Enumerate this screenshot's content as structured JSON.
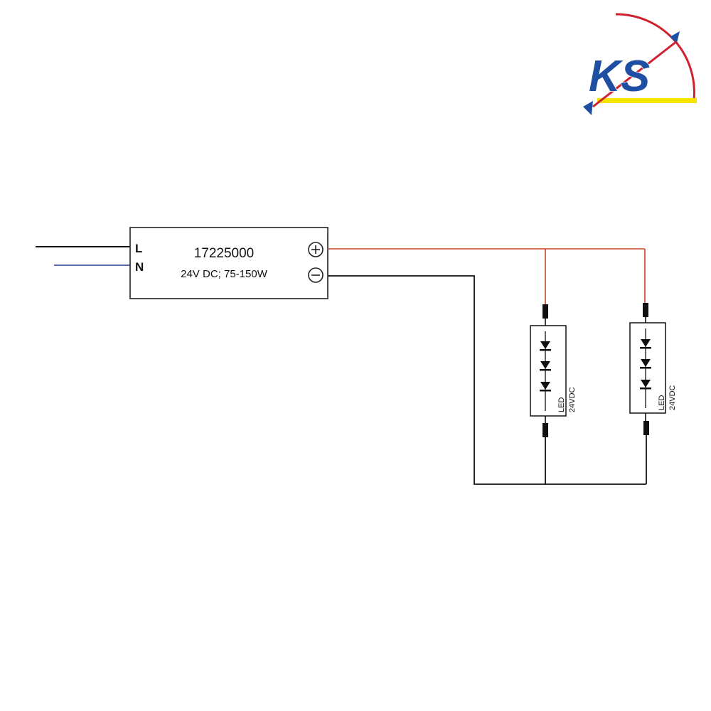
{
  "logo": {
    "text": "KS",
    "colors": {
      "red": "#d0222e",
      "blue": "#1e4fa3",
      "yellow": "#f5e400"
    }
  },
  "driver": {
    "model": "17225000",
    "rating": "24V DC; 75-150W",
    "input_labels": {
      "live": "L",
      "neutral": "N"
    },
    "output_terminals": {
      "positive": "+",
      "negative": "−"
    }
  },
  "led_modules": [
    {
      "label": "LED",
      "voltage": "24VDC"
    },
    {
      "label": "LED",
      "voltage": "24VDC"
    }
  ],
  "wire_colors": {
    "live": "#111111",
    "neutral": "#2b3f8f",
    "positive": "#c8442c",
    "negative": "#111111"
  }
}
